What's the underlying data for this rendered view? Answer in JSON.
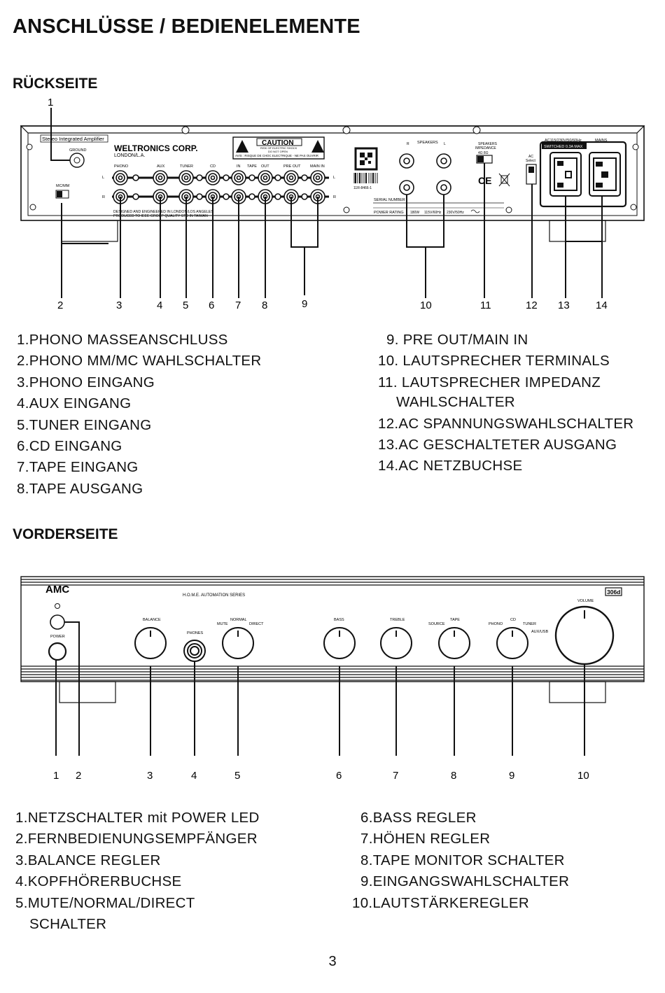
{
  "title": "ANSCHLÜSSE / BEDIENELEMENTE",
  "rear": {
    "heading": "RÜCKSEITE",
    "top_callout": "1",
    "callouts": [
      "2",
      "3",
      "4",
      "5",
      "6",
      "7",
      "8",
      "9",
      "10",
      "11",
      "12",
      "13",
      "14"
    ],
    "panel": {
      "model_label": "Stereo Integrated Amplifier",
      "ground": "GROUND",
      "brand": "WELTRONICS CORP.",
      "brand_sub": "LONDON/L.A.",
      "caution": "CAUTION",
      "caution_l1": "RISK OF ELECTRIC SHOCK",
      "caution_l2": "DO NOT OPEN",
      "caution_l3": "AVIS : RISQUE DE CHOC ELECTRIQUE - NE PAS OUVRIR",
      "input_labels": [
        "PHONO",
        "AUX",
        "TUNER",
        "CD",
        "IN",
        "TAPE",
        "OUT",
        "PRE OUT",
        "MAIN IN"
      ],
      "l": "L",
      "r": "R",
      "mc_mm": "MC/MM",
      "designed_l1": "DESIGNED AND ENGINEERED IN LONDON/LOS ANGELES",
      "designed_l2": "PRODUCED TO IEEE GROUP QUALITY STD IN TAIWAN",
      "barcode_code": "11R-8466-1",
      "speakers": "SPEAKERS",
      "serial_number": "SERIAL NUMBER",
      "power_rating": "POWER RATING",
      "power_values": [
        "180W",
        "115V/60Hz",
        "230V/50Hz"
      ],
      "speakers_impedance_l1": "SPEAKERS",
      "speakers_impedance_l2": "IMPEDANCE",
      "impedance_values": "4Ω  8Ω",
      "ce": "CE",
      "ac_select_l1": "AC",
      "ac_select_l2": "Select",
      "ac_voltage": "AC115/230V/50/60Hz",
      "mains": "MAINS",
      "switched": "SWITCHED 0.3A MAX"
    },
    "items_left": [
      "1.PHONO MASSEANSCHLUSS",
      "2.PHONO MM/MC WAHLSCHALTER",
      "3.PHONO EINGANG",
      "4.AUX EINGANG",
      "5.TUNER EINGANG",
      "6.CD EINGANG",
      "7.TAPE EINGANG",
      "8.TAPE AUSGANG"
    ],
    "items_right": [
      "9. PRE OUT/MAIN IN",
      "10. LAUTSPRECHER TERMINALS",
      "11. LAUTSPRECHER IMPEDANZ",
      "WAHLSCHALTER",
      "12.AC SPANNUNGSWAHLSCHALTER",
      "13.AC GESCHALTETER AUSGANG",
      "14.AC NETZBUCHSE"
    ]
  },
  "front": {
    "heading": "VORDERSEITE",
    "callouts": [
      "1",
      "2",
      "3",
      "4",
      "5",
      "6",
      "7",
      "8",
      "9",
      "10"
    ],
    "panel": {
      "brand": "AMC",
      "series": "H.O.M.E. AUTOMATION SERIES",
      "model": "306d",
      "power": "POWER",
      "balance": "BALANCE",
      "phones": "PHONES",
      "mute": "MUTE",
      "normal": "NORMAL",
      "direct": "DIRECT",
      "bass": "BASS",
      "treble": "TREBLE",
      "source": "SOURCE",
      "tape": "TAPE",
      "phono": "PHONO",
      "cd": "CD",
      "tuner": "TUNER",
      "aux_usb": "AUX/USB",
      "volume": "VOLUME"
    },
    "items_left": [
      "1.NETZSCHALTER mit POWER LED",
      "2.FERNBEDIENUNGSEMPFÄNGER",
      "3.BALANCE REGLER",
      "4.KOPFHÖRERBUCHSE",
      "5.MUTE/NORMAL/DIRECT",
      "SCHALTER"
    ],
    "items_right": [
      "6.BASS REGLER",
      "7.HÖHEN REGLER",
      "8.TAPE MONITOR SCHALTER",
      "9.EINGANGSWAHLSCHALTER",
      "10.LAUTSTÄRKEREGLER"
    ]
  },
  "page_number": "3"
}
